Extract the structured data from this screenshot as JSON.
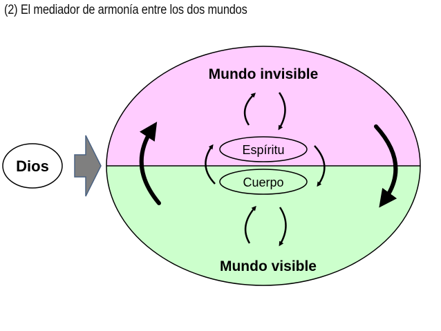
{
  "heading": "(2)  El mediador de armonía entre los dos mundos",
  "diagram": {
    "source_label": "Dios",
    "upper_world_label": "Mundo invisible",
    "lower_world_label": "Mundo visible",
    "inner_top_label": "Espíritu",
    "inner_bottom_label": "Cuerpo"
  },
  "colors": {
    "upper_world_fill": "#ffccff",
    "lower_world_fill": "#ccffcc",
    "outline": "#000000",
    "arrow_fill": "#7f7f7f",
    "arrow_stroke": "#4a6282"
  }
}
